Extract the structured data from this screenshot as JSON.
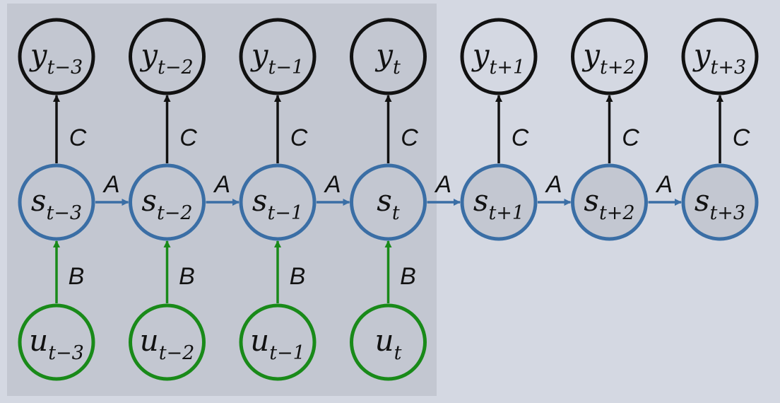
{
  "colors": {
    "background": "#d4d8e2",
    "panel": "#c3c7d1",
    "output_stroke": "#111111",
    "state_stroke": "#3a6ea5",
    "state_fill": "#c3c7d1",
    "input_stroke": "#198a19",
    "text": "#111111"
  },
  "edge_labels": {
    "output": "C",
    "transition": "A",
    "input": "B"
  },
  "timesteps": [
    {
      "output": {
        "base": "y",
        "sub": "t−3"
      },
      "state": {
        "base": "s",
        "sub": "t−3"
      },
      "input": {
        "base": "u",
        "sub": "t−3"
      }
    },
    {
      "output": {
        "base": "y",
        "sub": "t−2"
      },
      "state": {
        "base": "s",
        "sub": "t−2"
      },
      "input": {
        "base": "u",
        "sub": "t−2"
      }
    },
    {
      "output": {
        "base": "y",
        "sub": "t−1"
      },
      "state": {
        "base": "s",
        "sub": "t−1"
      },
      "input": {
        "base": "u",
        "sub": "t−1"
      }
    },
    {
      "output": {
        "base": "y",
        "sub": "t"
      },
      "state": {
        "base": "s",
        "sub": "t"
      },
      "input": {
        "base": "u",
        "sub": "t"
      }
    },
    {
      "output": {
        "base": "y",
        "sub": "t+1"
      },
      "state": {
        "base": "s",
        "sub": "t+1"
      },
      "input": null
    },
    {
      "output": {
        "base": "y",
        "sub": "t+2"
      },
      "state": {
        "base": "s",
        "sub": "t+2"
      },
      "input": null
    },
    {
      "output": {
        "base": "y",
        "sub": "t+3"
      },
      "state": {
        "base": "s",
        "sub": "t+3"
      },
      "input": null
    }
  ]
}
